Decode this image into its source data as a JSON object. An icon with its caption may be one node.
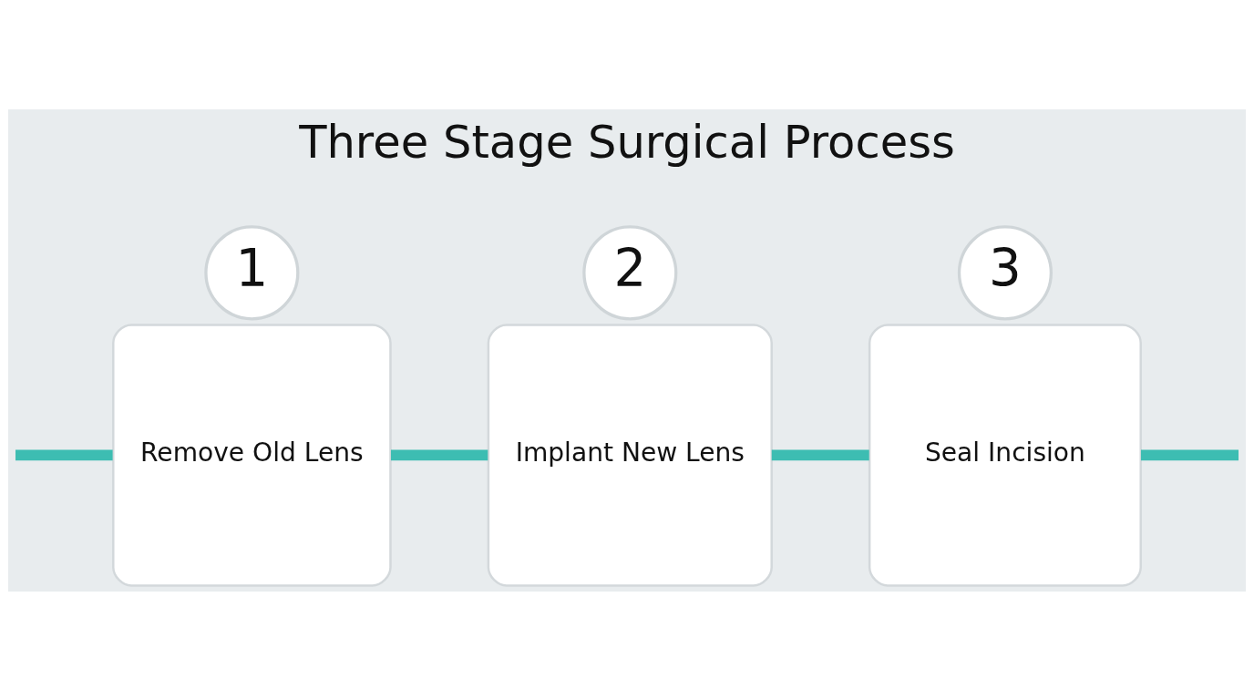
{
  "diagram": {
    "title": "Three Stage Surgical Process",
    "nodes": [
      {
        "text": [
          "1"
        ]
      },
      {
        "text": [
          "Remove Old Lens"
        ]
      },
      {
        "text": [
          "2"
        ]
      },
      {
        "text": [
          "Implant New Lens"
        ]
      },
      {
        "text": [
          "3"
        ]
      },
      {
        "text": [
          "Seal Incision"
        ]
      }
    ],
    "edges": [
      {
        "from": null,
        "to": 1,
        "arrow": "none"
      },
      {
        "from": 1,
        "to": 3,
        "arrow": "none"
      },
      {
        "from": 3,
        "to": 5,
        "arrow": "none"
      },
      {
        "from": 5,
        "to": null,
        "arrow": "none"
      }
    ]
  }
}
